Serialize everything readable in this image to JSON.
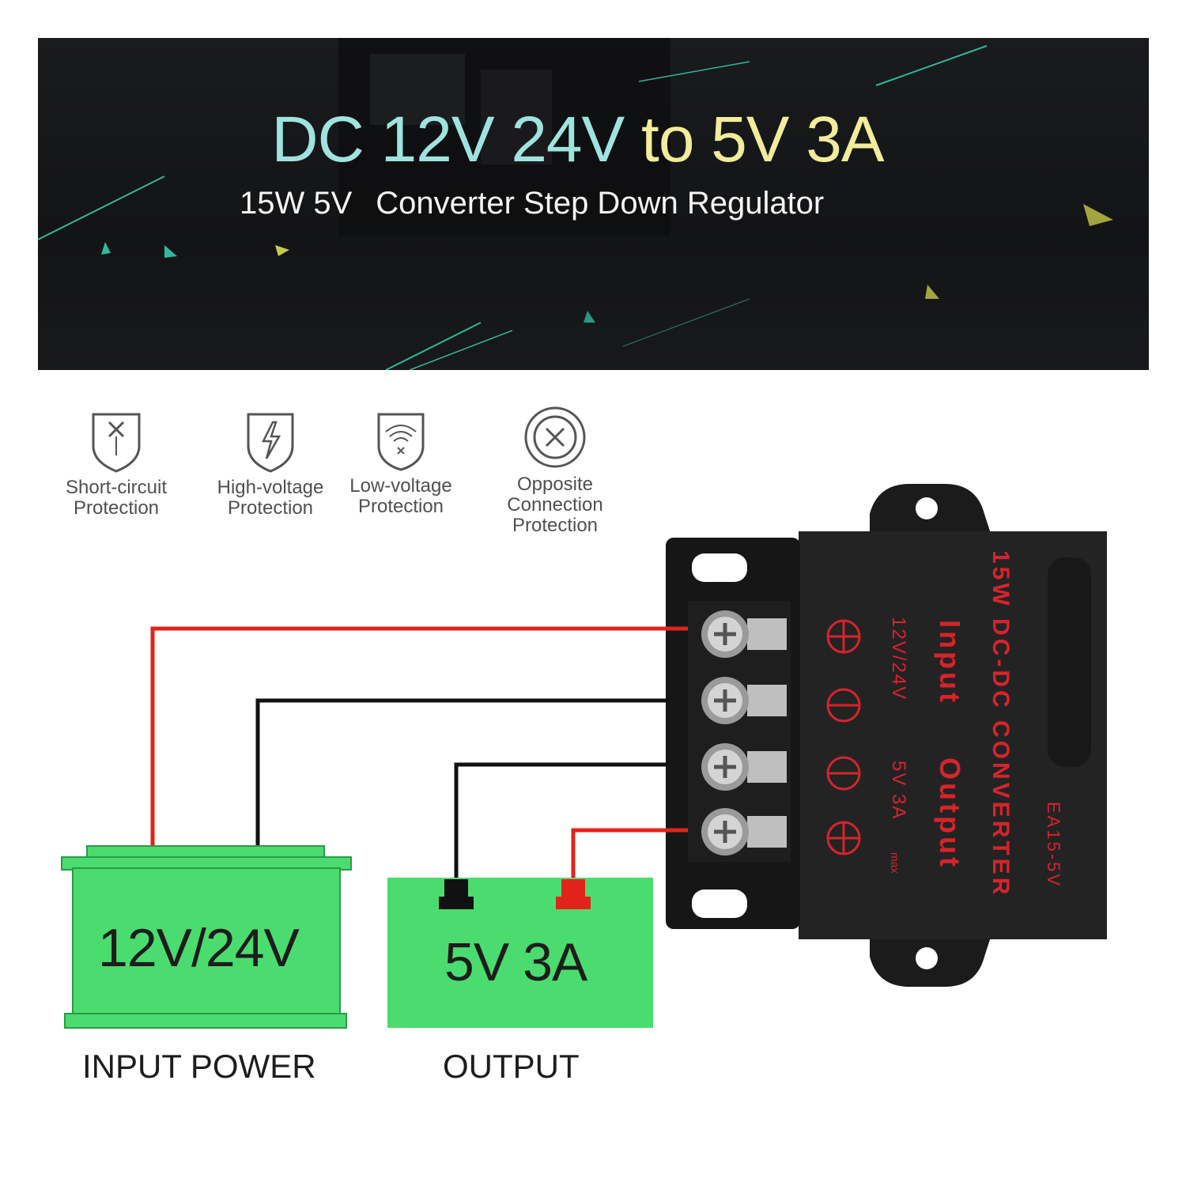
{
  "banner": {
    "title_part1": "DC 12V 24V",
    "title_part2": "to 5V 3A",
    "subtitle_part1": "15W 5V",
    "subtitle_part2": "Converter Step Down Regulator"
  },
  "features": [
    {
      "icon": "shield-cross-icon",
      "label": "Short-circuit\nProtection"
    },
    {
      "icon": "shield-lightning-icon",
      "label": "High-voltage\nProtection"
    },
    {
      "icon": "shield-wifi-icon",
      "label": "Low-voltage\nProtection"
    },
    {
      "icon": "circle-x-icon",
      "label": "Opposite\nConnection\nProtection"
    }
  ],
  "input_battery": {
    "label": "12V/24V",
    "caption": "INPUT POWER"
  },
  "output_battery": {
    "label": "5V 3A",
    "caption": "OUTPUT"
  },
  "converter": {
    "model_text": "15W DC-DC CONVERTER",
    "input_text": "Input",
    "output_text": "Output",
    "input_voltage": "12V/24V",
    "output_rating": "5V  3A",
    "max_text": "max",
    "part_number": "EA15-5V"
  },
  "colors": {
    "battery_green": "#4bdc6f",
    "wire_red": "#e2231a",
    "wire_black": "#111111",
    "title_cyan": "#9fe3df",
    "title_yellow": "#f2ec9b"
  }
}
